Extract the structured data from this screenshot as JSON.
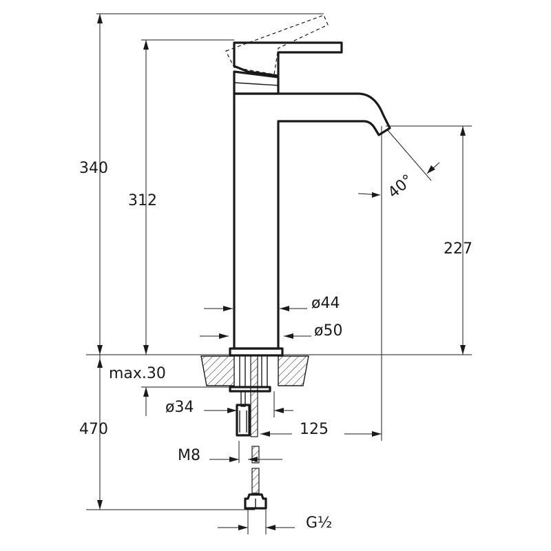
{
  "dimensions": {
    "total_height": "340",
    "spout_height": "312",
    "outlet_height": "227",
    "spout_angle": "40°",
    "body_diameter": "ø44",
    "base_diameter": "ø50",
    "max_thickness": "max.30",
    "shank_diameter": "ø34",
    "spout_reach": "125",
    "below_total": "470",
    "stud_thread": "M8",
    "hose_thread": "G½"
  },
  "colors": {
    "line": "#1a1a1a",
    "background": "#ffffff"
  }
}
